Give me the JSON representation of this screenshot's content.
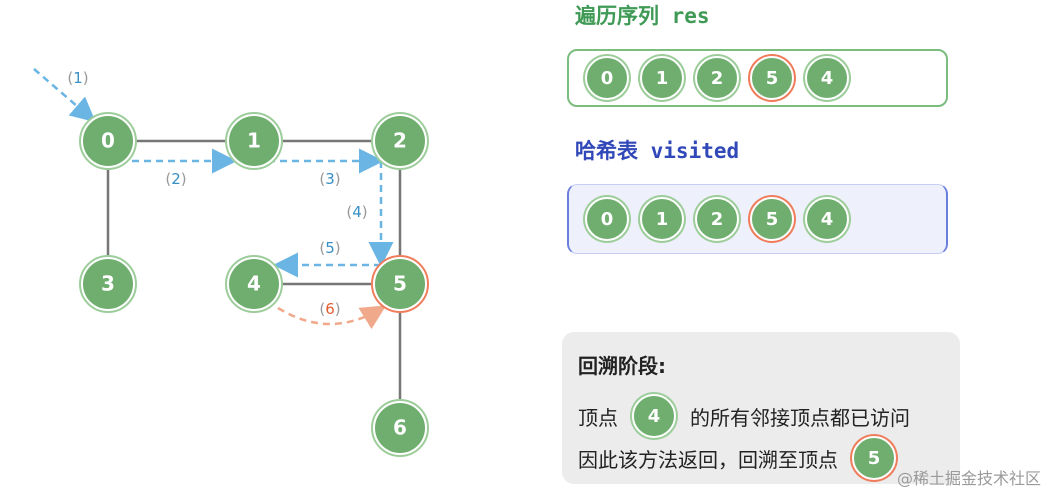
{
  "graph": {
    "nodes": [
      {
        "id": "0",
        "label": "0"
      },
      {
        "id": "1",
        "label": "1"
      },
      {
        "id": "2",
        "label": "2"
      },
      {
        "id": "3",
        "label": "3"
      },
      {
        "id": "4",
        "label": "4"
      },
      {
        "id": "5",
        "label": "5",
        "highlight": true
      },
      {
        "id": "6",
        "label": "6"
      }
    ],
    "edges": [
      [
        "0",
        "1"
      ],
      [
        "1",
        "2"
      ],
      [
        "0",
        "3"
      ],
      [
        "2",
        "5"
      ],
      [
        "4",
        "5"
      ],
      [
        "5",
        "6"
      ]
    ],
    "steps": [
      {
        "label": "(1)",
        "from": "start",
        "to": "0"
      },
      {
        "label": "(2)",
        "from": "0",
        "to": "1"
      },
      {
        "label": "(3)",
        "from": "1",
        "to": "2"
      },
      {
        "label": "(4)",
        "from": "2",
        "to": "5"
      },
      {
        "label": "(5)",
        "from": "5",
        "to": "4"
      },
      {
        "label": "(6)",
        "from": "4",
        "to": "5",
        "backtrack": true
      }
    ],
    "colors": {
      "node_fill": "#6fae6f",
      "node_ring": "#9ccd9a",
      "highlight_ring": "#ef7d5b",
      "edge": "#777777",
      "traversal_arrow": "#6ab5e3",
      "backtrack_arrow": "#f0a98b",
      "step_label": "#3a8fc4",
      "backtrack_label": "#e35d32"
    }
  },
  "res": {
    "title": "遍历序列 res",
    "items": [
      "0",
      "1",
      "2",
      "5",
      "4"
    ],
    "highlight": "5"
  },
  "visited": {
    "title": "哈希表 visited",
    "items": [
      "0",
      "1",
      "2",
      "5",
      "4"
    ],
    "highlight": "5"
  },
  "note": {
    "title": "回溯阶段:",
    "line2_prefix": "顶点",
    "line2_chip": "4",
    "line2_suffix": "的所有邻接顶点都已访问",
    "line3_prefix": "因此该方法返回，回溯至顶点",
    "line3_chip": "5"
  },
  "watermark": "@稀土掘金技术社区"
}
